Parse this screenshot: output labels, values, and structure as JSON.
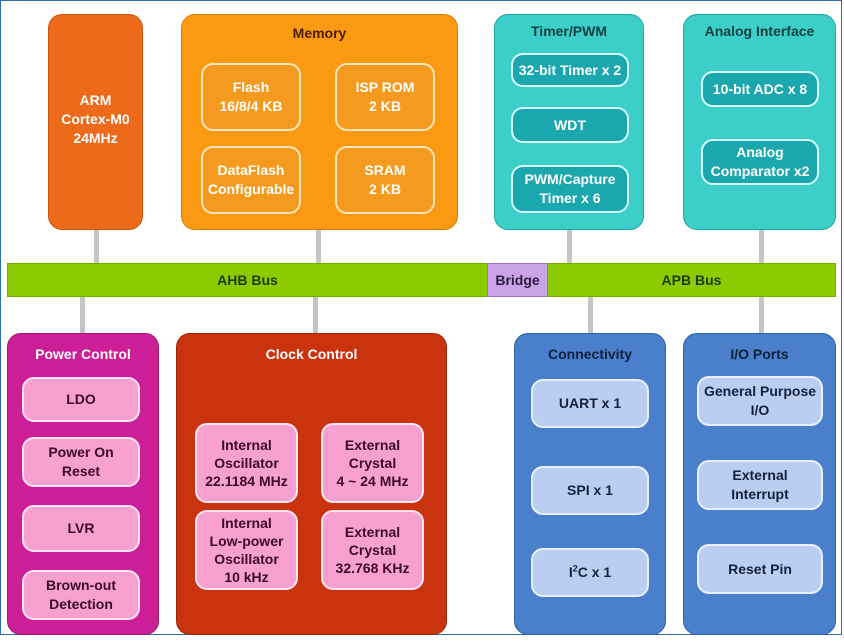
{
  "cpu": {
    "label": "ARM\nCortex-M0\n24MHz"
  },
  "memory": {
    "title": "Memory",
    "items": [
      "Flash\n16/8/4 KB",
      "ISP ROM\n2 KB",
      "DataFlash\nConfigurable",
      "SRAM\n2 KB"
    ]
  },
  "timer": {
    "title": "Timer/PWM",
    "items": [
      "32-bit Timer x 2",
      "WDT",
      "PWM/Capture\nTimer x 6"
    ]
  },
  "analog": {
    "title": "Analog Interface",
    "items": [
      "10-bit ADC x 8",
      "Analog\nComparator x2"
    ]
  },
  "bus": {
    "ahb": "AHB Bus",
    "bridge": "Bridge",
    "apb": "APB Bus"
  },
  "power": {
    "title": "Power Control",
    "items": [
      "LDO",
      "Power On\nReset",
      "LVR",
      "Brown-out\nDetection"
    ]
  },
  "clock": {
    "title": "Clock Control",
    "items": [
      "Internal\nOscillator\n22.1184 MHz",
      "External\nCrystal\n4 ~ 24 MHz",
      "Internal\nLow-power\nOscillator\n10 kHz",
      "External\nCrystal\n32.768 KHz"
    ]
  },
  "connectivity": {
    "title": "Connectivity",
    "items": [
      "UART x 1",
      "SPI x 1"
    ],
    "i2c": {
      "prefix": "I",
      "sup": "2",
      "suffix": "C x 1"
    }
  },
  "io": {
    "title": "I/O Ports",
    "items": [
      "General Purpose\nI/O",
      "External\nInterrupt",
      "Reset Pin"
    ]
  },
  "colors": {
    "bus": "#8ccb00",
    "bridge": "#c9a3e6",
    "cpu": "#ec6a1a",
    "memory": "#f99a12",
    "timer_analog": "#3ccfca",
    "power": "#cc1f97",
    "clock": "#c9330e",
    "connectivity_io": "#4a7fcb"
  }
}
